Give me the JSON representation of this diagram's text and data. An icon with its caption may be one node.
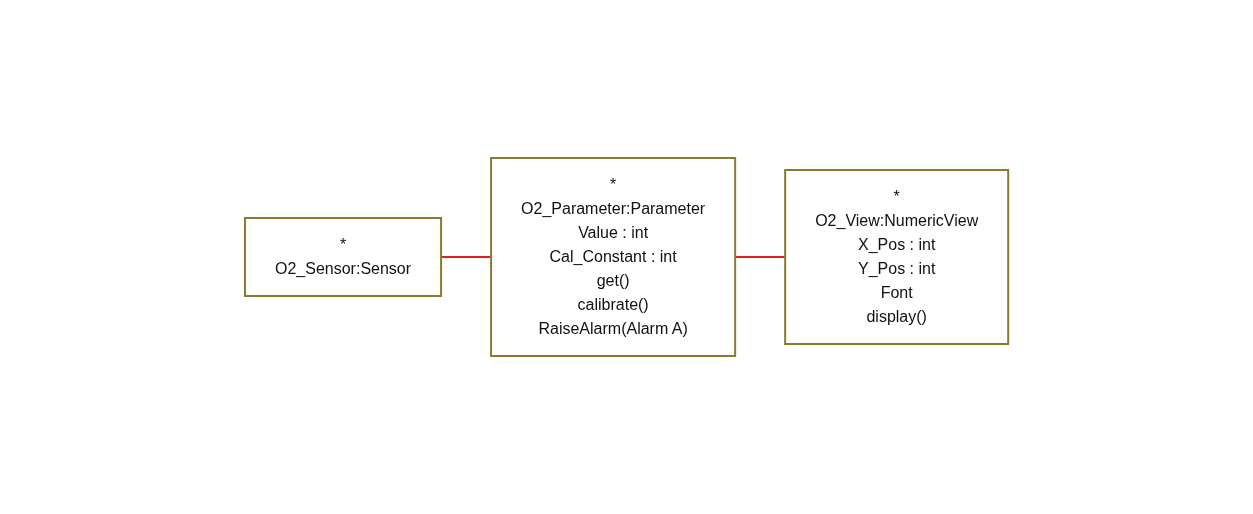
{
  "diagram": {
    "nodes": [
      {
        "text": [
          "*",
          "O2_Sensor:Sensor"
        ]
      },
      {
        "text": [
          "*",
          "O2_Parameter:Parameter",
          "Value : int",
          "Cal_Constant : int",
          "get()",
          "calibrate()",
          "RaiseAlarm(Alarm A)"
        ]
      },
      {
        "text": [
          "*",
          "O2_View:NumericView",
          "X_Pos : int",
          "Y_Pos : int",
          "Font",
          "display()"
        ]
      }
    ],
    "edges": [
      {
        "from": 0,
        "to": 1,
        "arrow": "none"
      },
      {
        "from": 1,
        "to": 2,
        "arrow": "none"
      }
    ]
  }
}
